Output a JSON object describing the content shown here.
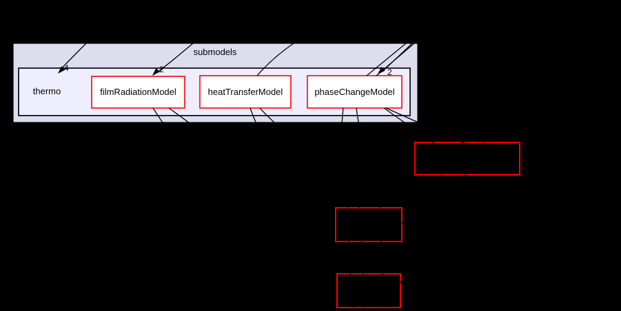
{
  "graph": {
    "title_cluster": {
      "label": "submodels"
    },
    "current_dir": {
      "label": "thermo"
    },
    "subdir_nodes": [
      {
        "label": "filmRadiationModel"
      },
      {
        "label": "heatTransferModel"
      },
      {
        "label": "phaseChangeModel"
      }
    ],
    "edge_labels": [
      {
        "count": "4"
      },
      {
        "count": "2"
      },
      {
        "count": "2"
      }
    ],
    "dependency_boxes": [
      {
        "label": ""
      },
      {
        "label": ""
      },
      {
        "label": ""
      }
    ],
    "colors": {
      "background": "#000000",
      "outer_cluster_fill": "#ddddee",
      "inner_cluster_fill": "#eeeeff",
      "cluster_border": "#000000",
      "node_fill": "#ffffff",
      "node_border": "#ff0000",
      "edge_color": "#000000",
      "text_color": "#000000"
    }
  }
}
